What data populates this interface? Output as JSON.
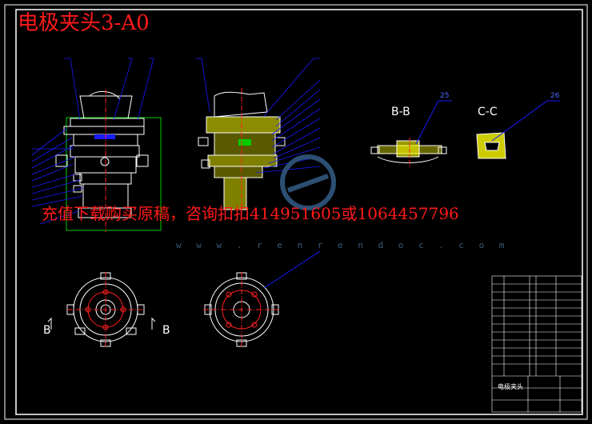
{
  "drawing": {
    "title": "电极夹头3-A0",
    "promo": "充值下载购买原稿，咨询扣扣414951605或1064457796",
    "watermark_url": "w w w . r e n r e n d o c . c o m",
    "section_bb": "B-B",
    "section_cc": "C-C",
    "view_mark_left": "B",
    "view_mark_right": "B",
    "balloon_25": "25",
    "balloon_26": "26"
  },
  "title_block": {
    "name": "电极夹头"
  },
  "colors": {
    "background": "#000000",
    "frame": "#ffffff",
    "leader": "#1a1aff",
    "title": "#ff1a1a",
    "part_fill": "#ffff00",
    "green": "#00cc00",
    "center_line": "#ff2020"
  }
}
